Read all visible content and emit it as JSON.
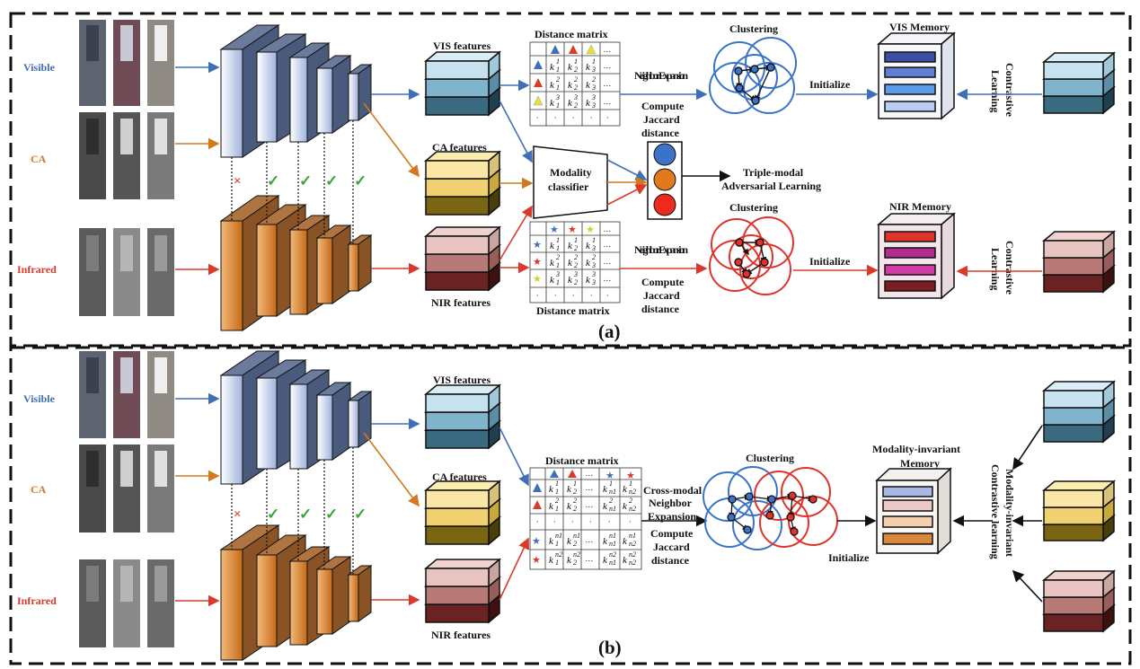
{
  "panel_a": {
    "caption": "(a)",
    "modalities": [
      "Visible",
      "CA",
      "Infrared"
    ],
    "vis_features": "VIS features",
    "ca_features": "CA features",
    "nir_features": "NIR features",
    "distance_matrix_top": "Distance matrix",
    "distance_matrix_bottom": "Distance matrix",
    "neighbor_expansion": "Neighbor Expansion",
    "compute_jaccard": [
      "Compute",
      "Jaccard",
      "distance"
    ],
    "clustering": "Clustering",
    "initialize": "Initialize",
    "vis_memory": "VIS Memory",
    "nir_memory": "NIR Memory",
    "contrastive_learning": [
      "Contrastive",
      "Learning"
    ],
    "modality_classifier": [
      "Modality",
      "classifier"
    ],
    "triple_modal": [
      "Triple-modal",
      "Adversarial Learning"
    ],
    "cross_mark": "×",
    "check_mark": "✓"
  },
  "panel_b": {
    "caption": "(b)",
    "modalities": [
      "Visible",
      "CA",
      "Infrared"
    ],
    "vis_features": "VIS features",
    "ca_features": "CA features",
    "nir_features": "NIR features",
    "distance_matrix": "Distance matrix",
    "cross_modal": [
      "Cross-modal",
      "Neighbor",
      "Expansion"
    ],
    "compute_jaccard": [
      "Compute",
      "Jaccard",
      "distance"
    ],
    "clustering": "Clustering",
    "initialize": "Initialize",
    "memory": [
      "Modality-invariant",
      "Memory"
    ],
    "contrastive": [
      "Modality-invariant",
      "Contrastive learning"
    ],
    "cross_mark": "×",
    "check_mark": "✓"
  },
  "colors": {
    "vis": "#3f6fb5",
    "ca": "#d2791e",
    "nir": "#d93a2b",
    "check": "#3aa63a"
  }
}
